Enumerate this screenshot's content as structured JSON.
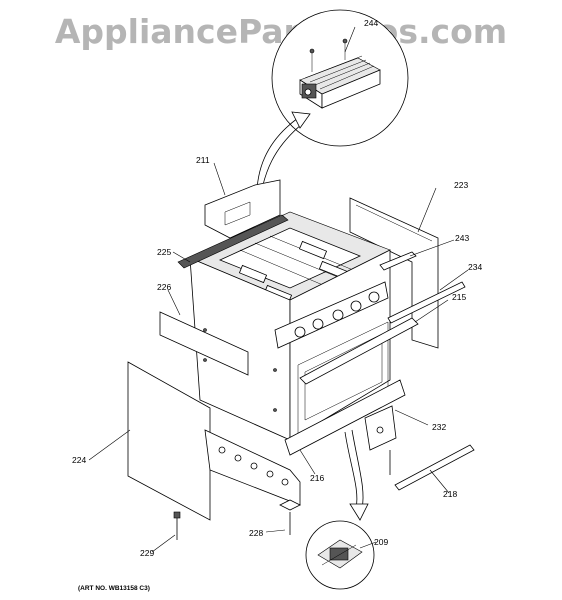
{
  "watermark": "AppliancePartsPros.com",
  "art_number": "(ART NO. WB13158 C3)",
  "callouts": {
    "c244": "244",
    "c211": "211",
    "c223": "223",
    "c225": "225",
    "c243": "243",
    "c226": "226",
    "c234": "234",
    "c215": "215",
    "c224": "224",
    "c232": "232",
    "c216": "216",
    "c218": "218",
    "c229": "229",
    "c228": "228",
    "c209": "209"
  },
  "colors": {
    "watermark": "#b5b5b5",
    "line": "#000000"
  }
}
